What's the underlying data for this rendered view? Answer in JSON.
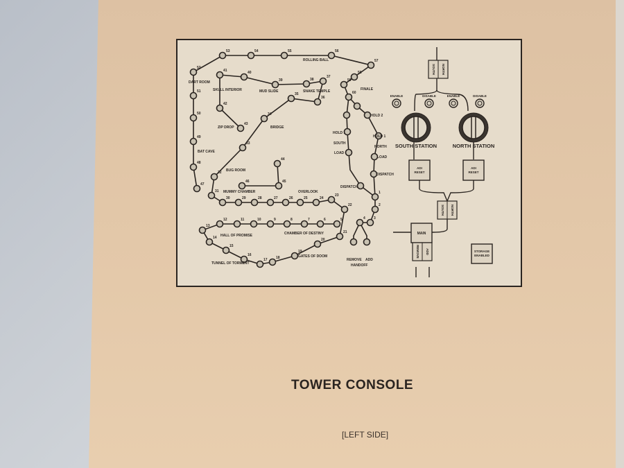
{
  "document": {
    "title": "TOWER CONSOLE",
    "subtitle": "[LEFT SIDE]"
  },
  "diagram": {
    "node_numbers": [
      "1",
      "2",
      "3",
      "4",
      "5",
      "6",
      "7",
      "8",
      "9",
      "10",
      "11",
      "12",
      "13",
      "14",
      "15",
      "16",
      "17",
      "18",
      "19",
      "20",
      "21",
      "22",
      "23",
      "24",
      "25",
      "26",
      "27",
      "28",
      "29",
      "30",
      "31",
      "32",
      "33",
      "34",
      "35",
      "36",
      "37",
      "38",
      "39",
      "40",
      "41",
      "42",
      "43",
      "44",
      "45",
      "46",
      "47",
      "48",
      "49",
      "50",
      "51",
      "52",
      "53",
      "54",
      "55",
      "56",
      "57",
      "58",
      "59",
      "60"
    ],
    "area_labels": [
      "ROLLING BALL",
      "DART ROOM",
      "SKULL INTERIOR",
      "MUD SLIDE",
      "SNAKE TEMPLE",
      "ZIP DROP",
      "BRIDGE",
      "BAT CAVE",
      "BUG ROOM",
      "MUMMY CHAMBER",
      "OVERLOOK",
      "HALL OF PROMISE",
      "CHAMBER OF DESTINY",
      "TUNNEL OF TORMENT",
      "GATES OF DOOM",
      "FINALE"
    ],
    "station_labels": [
      "HOLD 2",
      "HOLD 1",
      "SOUTH",
      "LOAD",
      "HOLD 1",
      "NORTH",
      "LOAD",
      "DISPATCH",
      "DISPATCH",
      "REMOVE",
      "ADD",
      "HANDOFF"
    ],
    "panel": {
      "switch_top": [
        "SOUTH",
        "NORTH"
      ],
      "lamps": [
        "ENABLE",
        "DISABLE",
        "ENABLE",
        "DISABLE"
      ],
      "stations": [
        "SOUTH STATION",
        "NORTH STATION"
      ],
      "reset_buttons": [
        "ADI RESET",
        "ADI RESET"
      ],
      "switch_mid": [
        "SOUTH",
        "NORTH"
      ],
      "main": "MAIN",
      "switch_bottom": [
        "REMOVE",
        "ADD"
      ],
      "storage": "STORAGE ENABLED"
    },
    "colors": {
      "paper": "#e4c9aa",
      "ink": "#2a2420",
      "node_fill": "#c9c2b2"
    }
  }
}
